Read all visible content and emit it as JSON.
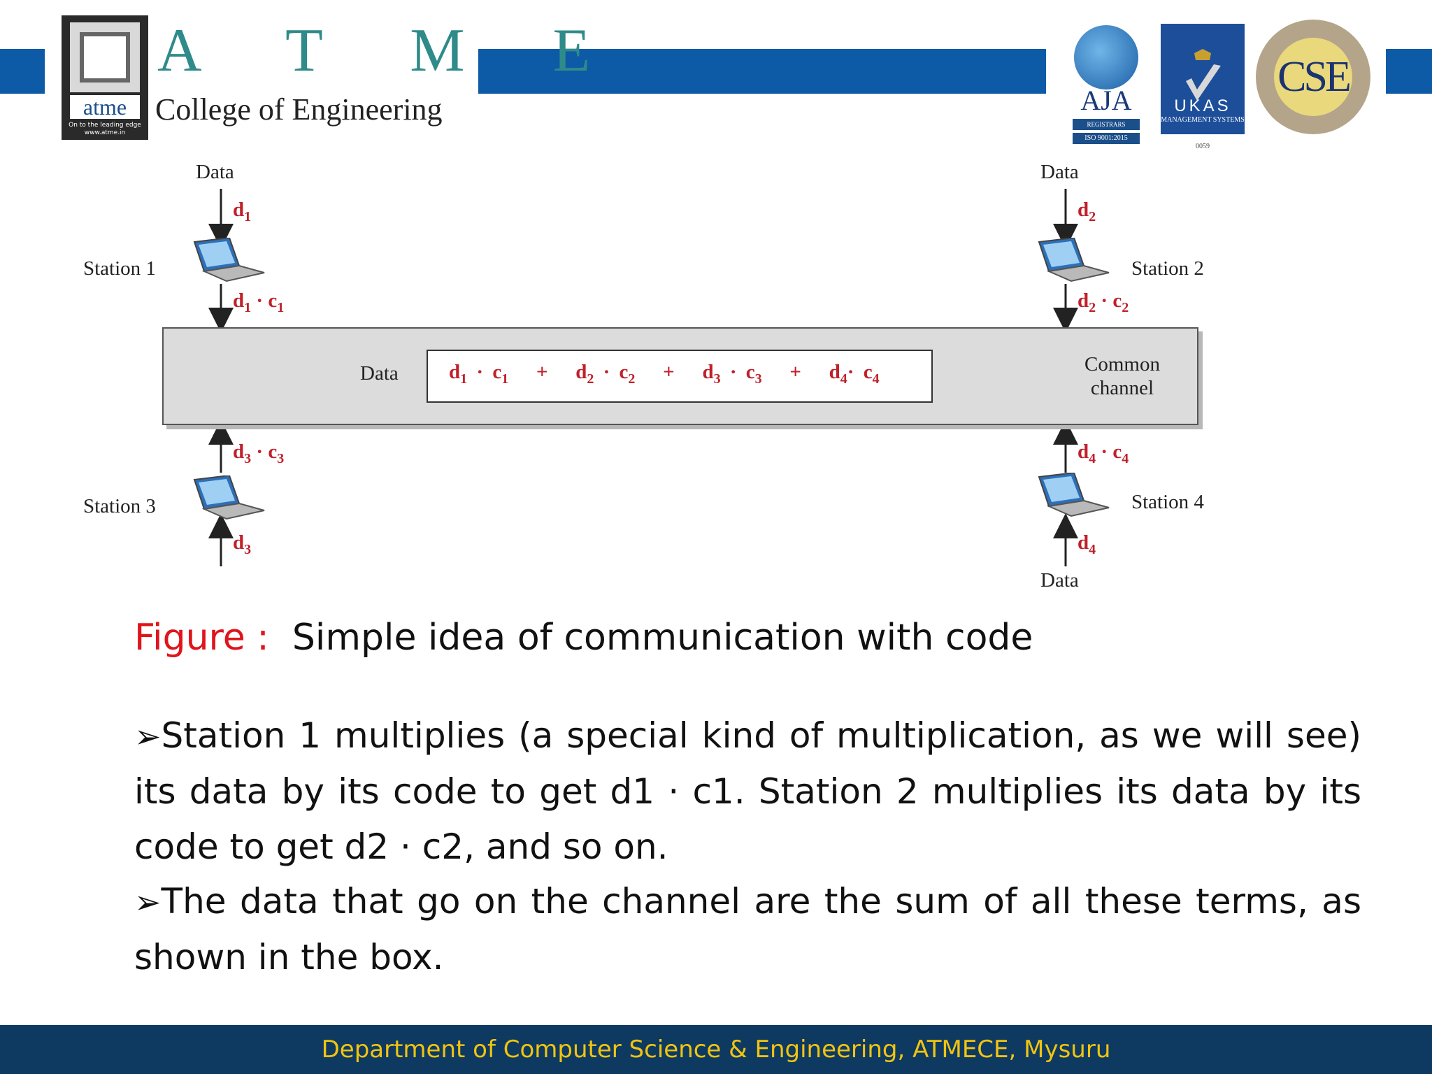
{
  "header": {
    "logo_word": "atme",
    "logo_tagline": "On to the leading edge",
    "logo_url": "www.atme.in",
    "brand_letters": "A T M E",
    "college_name": "College of Engineering",
    "aja_label": "AJA",
    "aja_band": "REGISTRARS",
    "aja_iso": "ISO 9001:2015",
    "ukas_label": "UKAS",
    "ukas_sub": "MANAGEMENT SYSTEMS",
    "ukas_num": "0059",
    "cse_label": "CSE",
    "colors": {
      "blue_bar": "#0d5aa7",
      "footer": "#0e3a62",
      "footer_text": "#f1c40f",
      "accent_red": "#e0141b"
    }
  },
  "diagram": {
    "station1": {
      "name": "Station 1",
      "data_label": "Data",
      "input": "d",
      "input_sub": "1",
      "output": "d",
      "output_sub": "1",
      "code": "c",
      "code_sub": "1"
    },
    "station2": {
      "name": "Station 2",
      "data_label": "Data",
      "input": "d",
      "input_sub": "2",
      "output": "d",
      "output_sub": "2",
      "code": "c",
      "code_sub": "2"
    },
    "station3": {
      "name": "Station 3",
      "input": "d",
      "input_sub": "3",
      "output": "d",
      "output_sub": "3",
      "code": "c",
      "code_sub": "3"
    },
    "station4": {
      "name": "Station 4",
      "data_label": "Data",
      "input": "d",
      "input_sub": "4",
      "output": "d",
      "output_sub": "4",
      "code": "c",
      "code_sub": "4"
    },
    "channel_data_label": "Data",
    "channel_label_line1": "Common",
    "channel_label_line2": "channel",
    "plus": "+",
    "dot": "·"
  },
  "caption": {
    "prefix": "Figure :",
    "text": "Simple idea of communication with code"
  },
  "bullets": [
    "Station 1 multiplies (a special kind of multiplication, as we will see) its data by its code to get d1 · c1. Station 2 multiplies its data by its code to get d2 · c2, and so on.",
    "The data that go on the channel are the sum of all these terms, as shown in the box."
  ],
  "bullet_symbol": "➢",
  "footer": {
    "text": "Department of Computer Science & Engineering, ATMECE, Mysuru"
  }
}
